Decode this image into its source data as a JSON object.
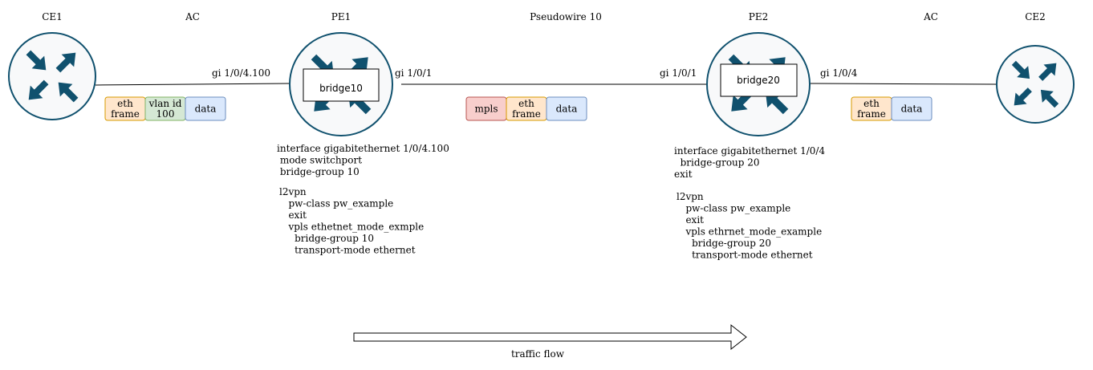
{
  "devices": {
    "ce1": "CE1",
    "pe1": "PE1",
    "pe2": "PE2",
    "ce2": "CE2"
  },
  "segments": {
    "ac_left": "AC",
    "pseudowire": "Pseudowire 10",
    "ac_right": "AC"
  },
  "interfaces": {
    "pe1_ac": "gi 1/0/4.100",
    "pe1_core": "gi 1/0/1",
    "pe2_core": "gi 1/0/1",
    "pe2_ac": "gi 1/0/4"
  },
  "bridges": {
    "pe1": "bridge10",
    "pe2": "bridge20"
  },
  "frames": {
    "ac_left": [
      {
        "lines": [
          "eth",
          "frame"
        ],
        "color": "#ffe6cc",
        "border": "#d79b00"
      },
      {
        "lines": [
          "vlan id",
          "100"
        ],
        "color": "#d5e8d4",
        "border": "#82b366"
      },
      {
        "lines": [
          "data"
        ],
        "color": "#dae8fc",
        "border": "#6c8ebf"
      }
    ],
    "pseudowire": [
      {
        "lines": [
          "mpls"
        ],
        "color": "#f8cecc",
        "border": "#b85450"
      },
      {
        "lines": [
          "eth",
          "frame"
        ],
        "color": "#ffe6cc",
        "border": "#d79b00"
      },
      {
        "lines": [
          "data"
        ],
        "color": "#dae8fc",
        "border": "#6c8ebf"
      }
    ],
    "ac_right": [
      {
        "lines": [
          "eth",
          "frame"
        ],
        "color": "#ffe6cc",
        "border": "#d79b00"
      },
      {
        "lines": [
          "data"
        ],
        "color": "#dae8fc",
        "border": "#6c8ebf"
      }
    ]
  },
  "config": {
    "pe1_interface": [
      "interface gigabitethernet 1/0/4.100",
      " mode switchport",
      " bridge-group 10"
    ],
    "pe1_l2vpn": [
      "l2vpn",
      "   pw-class pw_example",
      "   exit",
      "   vpls ethetnet_mode_exmple",
      "     bridge-group 10",
      "     transport-mode ethernet"
    ],
    "pe2_interface": [
      "interface gigabitethernet 1/0/4",
      "  bridge-group 20",
      "exit"
    ],
    "pe2_l2vpn": [
      "l2vpn",
      "   pw-class pw_example",
      "   exit",
      "   vpls ethrnet_mode_example",
      "     bridge-group 20",
      "     transport-mode ethernet"
    ]
  },
  "traffic": {
    "label": "traffic flow"
  },
  "colors": {
    "router_fill": "#f8f9fa",
    "router_stroke": "#10516e",
    "arrow_blue": "#10516e",
    "line": "#000000"
  },
  "icons": {
    "router": "router-icon",
    "flow": "right-arrow-icon"
  }
}
